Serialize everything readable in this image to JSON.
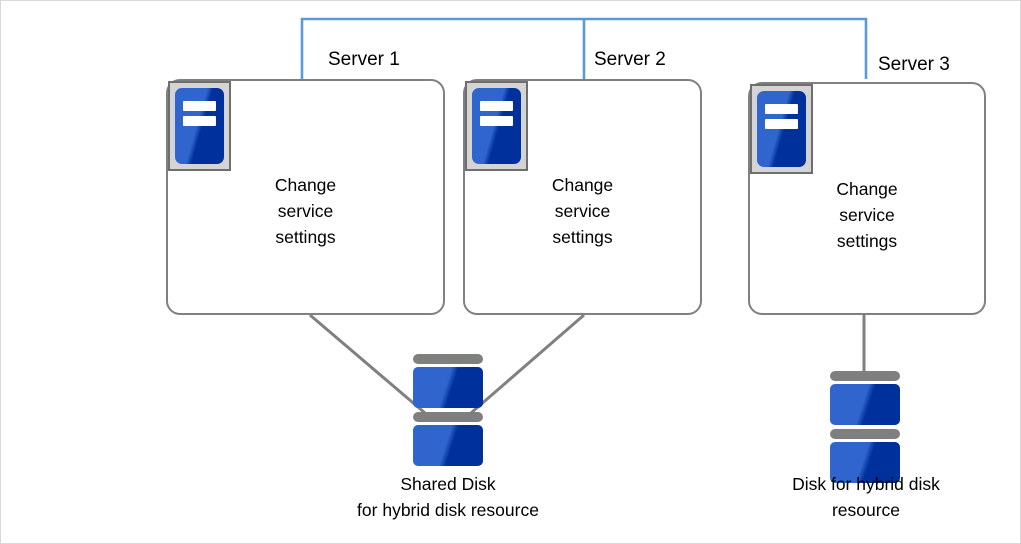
{
  "diagram": {
    "title": "Hybrid disk resource cluster configuration",
    "colors": {
      "bracket_blue": "#5b9bd5",
      "connector_gray": "#808080",
      "box_border_gray": "#808080",
      "icon_frame_gray": "#d4d4d4",
      "icon_blue_light": "#2f65cc",
      "icon_blue_dark": "#00309c",
      "disk_bar_gray": "#7f7f7f",
      "text_black": "#000000",
      "canvas_border": "#d9d9d9"
    },
    "servers": [
      {
        "id": "server-1",
        "label": "Server 1",
        "body_text": "Change\nservice\nsettings",
        "body_lines": [
          "Change",
          "service",
          "settings"
        ],
        "icon": "server-icon"
      },
      {
        "id": "server-2",
        "label": "Server 2",
        "body_text": "Change\nservice\nsettings",
        "body_lines": [
          "Change",
          "service",
          "settings"
        ],
        "icon": "server-icon"
      },
      {
        "id": "server-3",
        "label": "Server 3",
        "body_text": "Change\nservice\nsettings",
        "body_lines": [
          "Change",
          "service",
          "settings"
        ],
        "icon": "server-icon"
      }
    ],
    "disks": [
      {
        "id": "shared-disk",
        "caption_lines": [
          "Shared Disk",
          "for hybrid disk resource"
        ],
        "caption": "Shared Disk for hybrid disk resource",
        "connected_servers": [
          "Server 1",
          "Server 2"
        ]
      },
      {
        "id": "server3-disk",
        "caption_lines": [
          "Disk for hybrid disk",
          "resource"
        ],
        "caption": "Disk for hybrid disk resource",
        "connected_servers": [
          "Server 3"
        ]
      }
    ],
    "connections": {
      "top_bracket": "blue interconnect linking Server 1, Server 2 and Server 3",
      "shared_disk_links": "gray lines from Server 1 and Server 2 converging on the shared disk",
      "server3_disk_link": "gray vertical line from Server 3 to its own disk"
    }
  }
}
